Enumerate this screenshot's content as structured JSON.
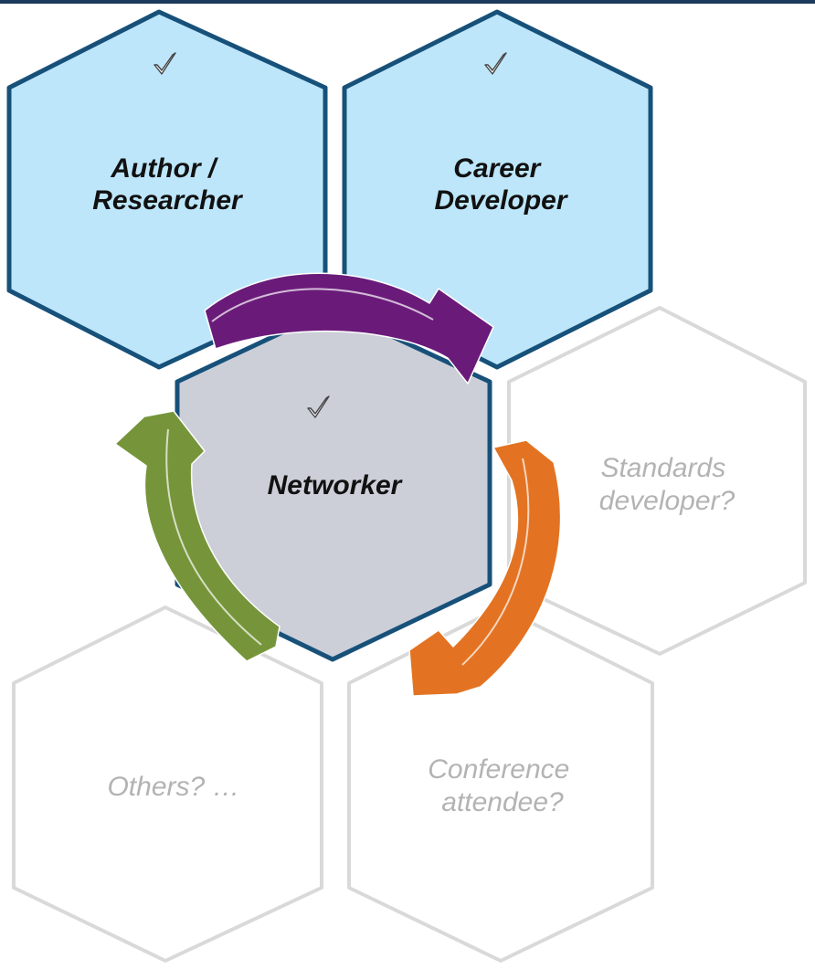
{
  "colors": {
    "top_rule": "#1b3a5c",
    "active_fill": "#bde6fb",
    "active_stroke": "#17517a",
    "center_fill": "#cccfd8",
    "inactive_stroke": "#d9d9d9",
    "inactive_text": "#b3b3b3",
    "active_text": "#111111",
    "arrow_purple": "#6a1b79",
    "arrow_orange": "#e37322",
    "arrow_green": "#76953a"
  },
  "hexagons": {
    "author": {
      "line1": "Author /",
      "line2": "Researcher",
      "checked": true
    },
    "career": {
      "line1": "Career",
      "line2": "Developer",
      "checked": true
    },
    "networker": {
      "line1": "Networker",
      "checked": true
    },
    "standards": {
      "line1": "Standards",
      "line2": "developer?",
      "checked": false
    },
    "others": {
      "line1": "Others? …",
      "checked": false
    },
    "conference": {
      "line1": "Conference",
      "line2": "attendee?",
      "checked": false
    }
  },
  "icons": {
    "check": "checkmark-icon",
    "arrow_top": "curved-arrow-purple",
    "arrow_right": "curved-arrow-orange",
    "arrow_left": "curved-arrow-green"
  }
}
